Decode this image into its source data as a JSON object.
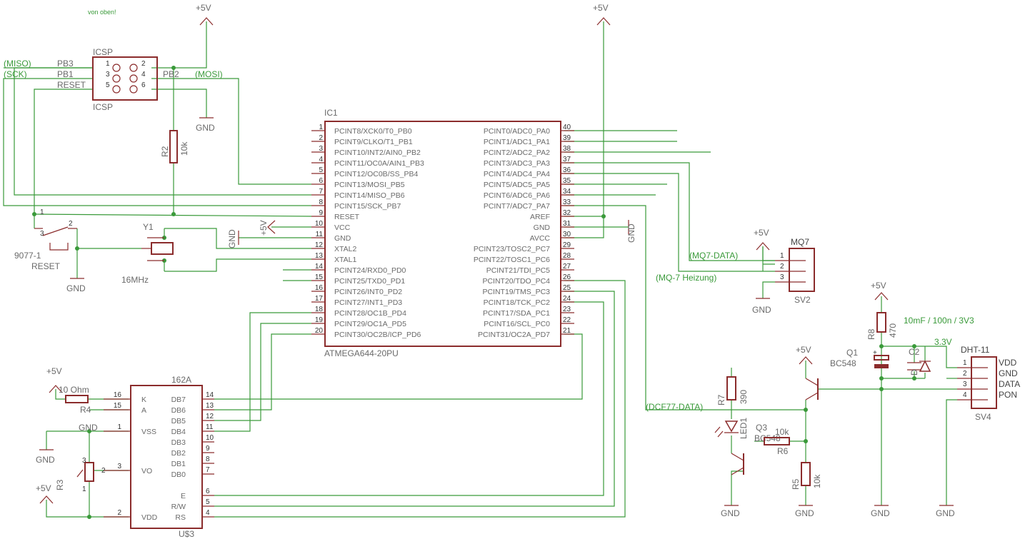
{
  "note_top": "von oben!",
  "power": {
    "p5v": "+5V",
    "gnd": "GND",
    "v33": "3.3V"
  },
  "ic1": {
    "ref": "IC1",
    "value": "ATMEGA644-20PU",
    "left_pins": [
      {
        "n": "1",
        "name": "PCINT8/XCK0/T0_PB0"
      },
      {
        "n": "2",
        "name": "PCINT9/CLKO/T1_PB1"
      },
      {
        "n": "3",
        "name": "PCINT10/INT2/AIN0_PB2"
      },
      {
        "n": "4",
        "name": "PCINT11/OC0A/AIN1_PB3"
      },
      {
        "n": "5",
        "name": "PCINT12/OC0B/SS_PB4"
      },
      {
        "n": "6",
        "name": "PCINT13/MOSI_PB5"
      },
      {
        "n": "7",
        "name": "PCINT14/MISO_PB6"
      },
      {
        "n": "8",
        "name": "PCINT15/SCK_PB7"
      },
      {
        "n": "9",
        "name": "RESET"
      },
      {
        "n": "10",
        "name": "VCC"
      },
      {
        "n": "11",
        "name": "GND"
      },
      {
        "n": "12",
        "name": "XTAL2"
      },
      {
        "n": "13",
        "name": "XTAL1"
      },
      {
        "n": "14",
        "name": "PCINT24/RXD0_PD0"
      },
      {
        "n": "15",
        "name": "PCINT25/TXD0_PD1"
      },
      {
        "n": "16",
        "name": "PCINT26/INT0_PD2"
      },
      {
        "n": "17",
        "name": "PCINT27/INT1_PD3"
      },
      {
        "n": "18",
        "name": "PCINT28/OC1B_PD4"
      },
      {
        "n": "19",
        "name": "PCINT29/OC1A_PD5"
      },
      {
        "n": "20",
        "name": "PCINT30/OC2B/ICP_PD6"
      }
    ],
    "right_pins": [
      {
        "n": "40",
        "name": "PCINT0/ADC0_PA0"
      },
      {
        "n": "39",
        "name": "PCINT1/ADC1_PA1"
      },
      {
        "n": "38",
        "name": "PCINT2/ADC2_PA2"
      },
      {
        "n": "37",
        "name": "PCINT3/ADC3_PA3"
      },
      {
        "n": "36",
        "name": "PCINT4/ADC4_PA4"
      },
      {
        "n": "35",
        "name": "PCINT5/ADC5_PA5"
      },
      {
        "n": "34",
        "name": "PCINT6/ADC6_PA6"
      },
      {
        "n": "33",
        "name": "PCINT7/ADC7_PA7"
      },
      {
        "n": "32",
        "name": "AREF"
      },
      {
        "n": "31",
        "name": "GND"
      },
      {
        "n": "30",
        "name": "AVCC"
      },
      {
        "n": "29",
        "name": "PCINT23/TOSC2_PC7"
      },
      {
        "n": "28",
        "name": "PCINT22/TOSC1_PC6"
      },
      {
        "n": "27",
        "name": "PCINT21/TDI_PC5"
      },
      {
        "n": "26",
        "name": "PCINT20/TDO_PC4"
      },
      {
        "n": "25",
        "name": "PCINT19/TMS_PC3"
      },
      {
        "n": "24",
        "name": "PCINT18/TCK_PC2"
      },
      {
        "n": "23",
        "name": "PCINT17/SDA_PC1"
      },
      {
        "n": "22",
        "name": "PCINT16/SCL_PC0"
      },
      {
        "n": "21",
        "name": "PCINT31/OC2A_PD7"
      }
    ]
  },
  "icsp": {
    "ref": "ICSP",
    "value": "ICSP",
    "pins": [
      "1",
      "2",
      "3",
      "4",
      "5",
      "6"
    ],
    "signals": {
      "pb3": "PB3",
      "pb1": "PB1",
      "reset": "RESET",
      "pb2": "PB2",
      "miso": "(MISO)",
      "sck": "(SCK)",
      "mosi": "(MOSI)"
    }
  },
  "r2": {
    "ref": "R2",
    "value": "10k"
  },
  "y1": {
    "ref": "Y1",
    "value": "16MHz"
  },
  "reset_sw": {
    "ref": "9077-1",
    "value": "RESET",
    "pins": [
      "1",
      "2",
      "3"
    ]
  },
  "lcd": {
    "ref": "162A",
    "name": "U$3",
    "pins": [
      {
        "n": "16",
        "name": "K"
      },
      {
        "n": "15",
        "name": "A"
      },
      {
        "n": "1",
        "name": "VSS"
      },
      {
        "n": "3",
        "name": "VO"
      },
      {
        "n": "2",
        "name": "VDD"
      },
      {
        "n": "14",
        "name": "DB7"
      },
      {
        "n": "13",
        "name": "DB6"
      },
      {
        "n": "12",
        "name": "DB5"
      },
      {
        "n": "11",
        "name": "DB4"
      },
      {
        "n": "10",
        "name": "DB3"
      },
      {
        "n": "9",
        "name": "DB2"
      },
      {
        "n": "8",
        "name": "DB1"
      },
      {
        "n": "7",
        "name": "DB0"
      },
      {
        "n": "6",
        "name": "E"
      },
      {
        "n": "5",
        "name": "R/W"
      },
      {
        "n": "4",
        "name": "RS"
      }
    ]
  },
  "r4": {
    "ref": "R4",
    "value": "10 Ohm"
  },
  "r3": {
    "ref": "R3",
    "pins": [
      "3",
      "2",
      "1"
    ]
  },
  "mq7": {
    "ref": "MQ7",
    "value": "SV2",
    "pins": [
      "1",
      "2",
      "3"
    ],
    "data_label": "(MQ7-DATA)",
    "heat_label": "(MQ-7 Heizung)"
  },
  "dcf": {
    "label": "(DCF77-DATA)"
  },
  "r7": {
    "ref": "R7",
    "value": "390"
  },
  "led1": {
    "ref": "LED1"
  },
  "q3": {
    "ref": "Q3",
    "value": "BC548"
  },
  "r6": {
    "ref": "R6",
    "value": "10k"
  },
  "r5": {
    "ref": "R5",
    "value": "10k"
  },
  "q1": {
    "ref": "Q1",
    "value": "BC548"
  },
  "r8": {
    "ref": "R8",
    "value": "470"
  },
  "caps": {
    "note": "10mF / 100n / 3V3",
    "c2": "C2",
    "d": "D"
  },
  "dht": {
    "ref": "DHT-11",
    "value": "SV4",
    "pins": [
      "1",
      "2",
      "3",
      "4"
    ],
    "signals": [
      "VDD",
      "GND",
      "DATA",
      "PON"
    ]
  }
}
